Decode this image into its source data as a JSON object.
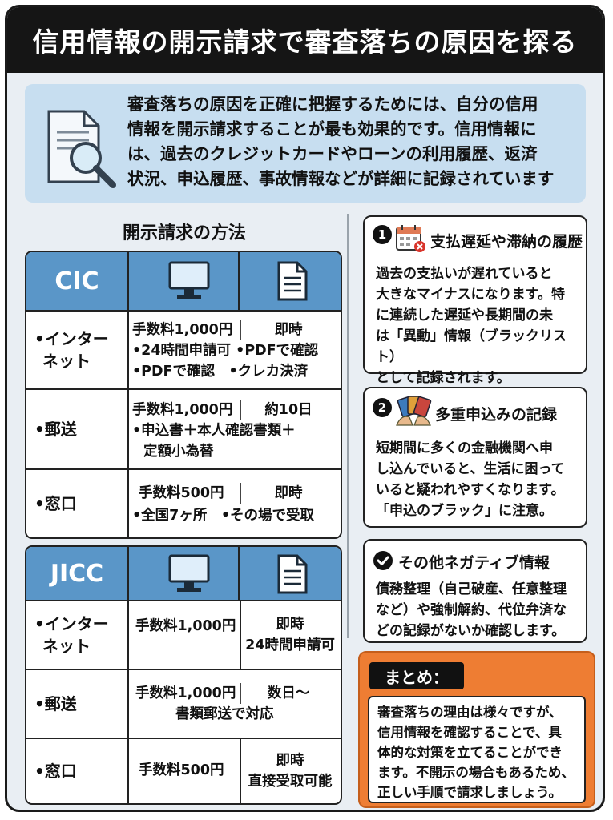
{
  "title": "信用情報の開示請求で審査落ちの原因を探る",
  "intro": {
    "icon": "document-magnifier-icon",
    "lines": [
      "審査落ちの原因を正確に把握するためには、自分の信用",
      "情報を開示請求することが最も効果的です。信用情報に",
      "は、過去のクレジットカードやローンの利用履歴、返済",
      "状況、申込履歴、事故情報などが詳細に記録されています"
    ]
  },
  "methods": {
    "heading": "開示請求の方法",
    "cic": {
      "name": "CIC",
      "header_icons": [
        "computer-icon",
        "document-icon"
      ],
      "rows": [
        {
          "label_lines": [
            "•インター",
            "ネット"
          ],
          "fee": "手数料1,000円",
          "time": "即時",
          "detail_lines": [
            "•24時間申請可 •PDFで確認",
            "•PDFで確認　•クレカ決済"
          ]
        },
        {
          "label_lines": [
            "•郵送"
          ],
          "fee": "手数料1,000円",
          "time": "約10日",
          "detail_lines": [
            "•申込書＋本人確認書類＋",
            "定額小為替"
          ]
        },
        {
          "label_lines": [
            "•窓口"
          ],
          "fee": "手数料500円",
          "time": "即時",
          "detail_lines": [
            "•全国7ヶ所　•その場で受取"
          ]
        }
      ]
    },
    "jicc": {
      "name": "JICC",
      "header_icons": [
        "computer-icon",
        "document-icon"
      ],
      "rows": [
        {
          "label_lines": [
            "•インター",
            "ネット"
          ],
          "fee": "手数料1,000円",
          "time_lines": [
            "即時",
            "24時間申請可"
          ]
        },
        {
          "label_lines": [
            "•郵送"
          ],
          "fee": "手数料1,000円",
          "time_lines": [
            "数日〜"
          ],
          "detail_lines": [
            "書類郵送で対応"
          ]
        },
        {
          "label_lines": [
            "•窓口"
          ],
          "fee": "手数料500円",
          "time_lines": [
            "即時",
            "直接受取可能"
          ]
        }
      ]
    }
  },
  "cards": [
    {
      "number": "1",
      "icon": "calendar-overdue-icon",
      "title": "支払遅延や滞納の履歴",
      "lines": [
        "過去の支払いが遅れていると",
        "大きなマイナスになります。特",
        "に連続した遅延や長期間の未",
        "は「異動」情報（ブラックリスト）",
        "として記録されます。"
      ]
    },
    {
      "number": "2",
      "icon": "cards-in-hands-icon",
      "title": "多重申込みの記録",
      "lines": [
        "短期間に多くの金融機関へ申",
        "し込んでいると、生活に困って",
        "いると疑われやすくなります。",
        "「申込のブラック」に注意。"
      ]
    },
    {
      "icon": "check-circle-icon",
      "title": "その他ネガティブ情報",
      "lines": [
        "債務整理（自己破産、任意整理",
        "など）や強制解約、代位弁済な",
        "どの記録がないか確認します。"
      ]
    }
  ],
  "summary": {
    "tag": "まとめ：",
    "lines": [
      "審査落ちの理由は様々ですが、",
      "信用情報を確認することで、具",
      "体的な対策を立てることができ",
      "ます。不開示の場合もあるため、",
      "正しい手順で請求しましょう。"
    ]
  }
}
